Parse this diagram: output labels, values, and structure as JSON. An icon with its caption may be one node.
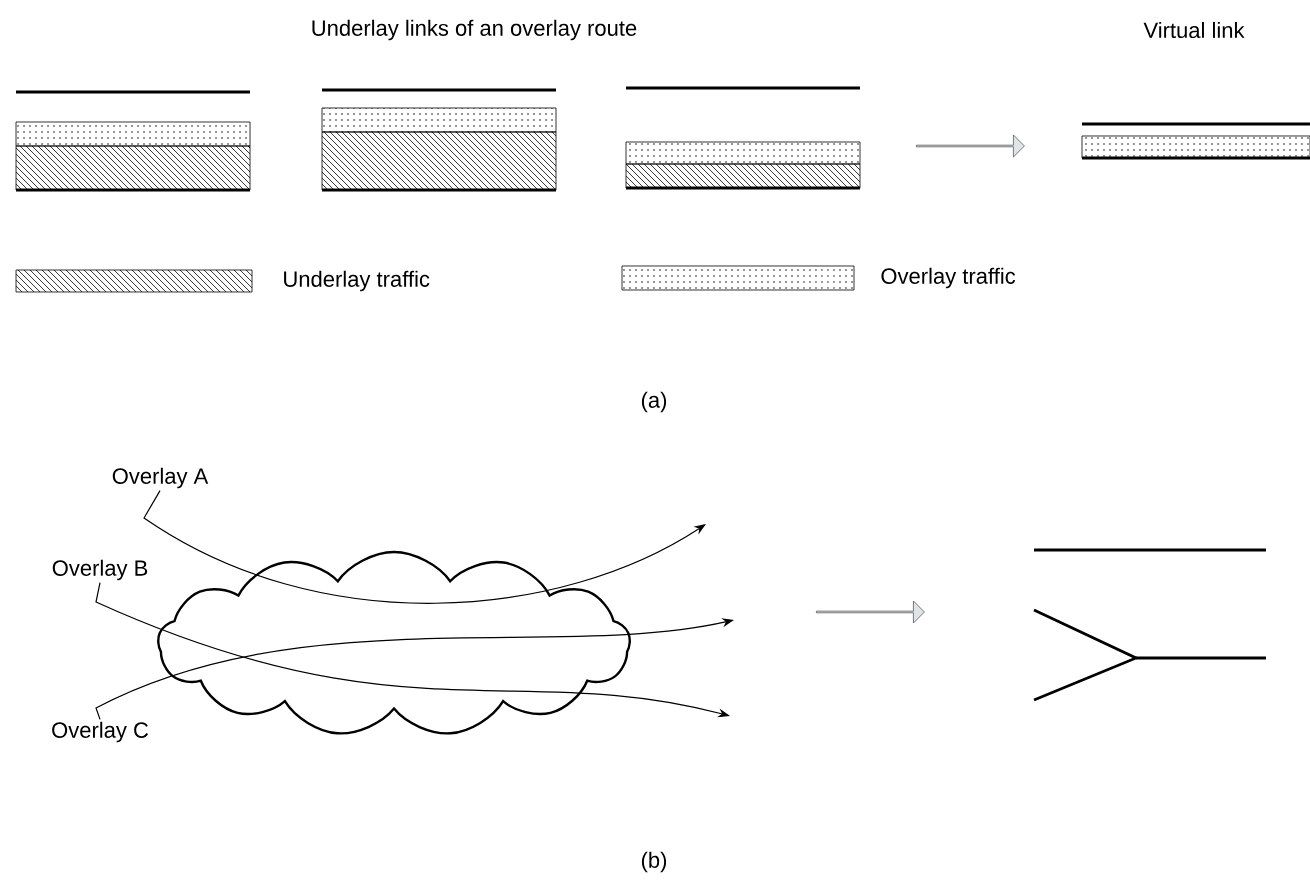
{
  "diagram": {
    "nodes": [
      {
        "text": [
          "Overlay A"
        ]
      },
      {
        "text": [
          "Overlay B"
        ]
      },
      {
        "text": [
          "Overlay C"
        ]
      },
      {
        "text": [],
        "shape": "cloud"
      }
    ],
    "edges": [
      {
        "from": 0,
        "to": null,
        "arrow": "to"
      },
      {
        "from": 1,
        "to": null,
        "arrow": "to"
      },
      {
        "from": 2,
        "to": null,
        "arrow": "to"
      }
    ],
    "labels": [
      "Underlay links of an overlay route",
      "Virtual link",
      "(a)",
      "(b)"
    ],
    "legend": [
      {
        "text": "Underlay traffic"
      },
      {
        "text": "Overlay traffic"
      }
    ]
  }
}
